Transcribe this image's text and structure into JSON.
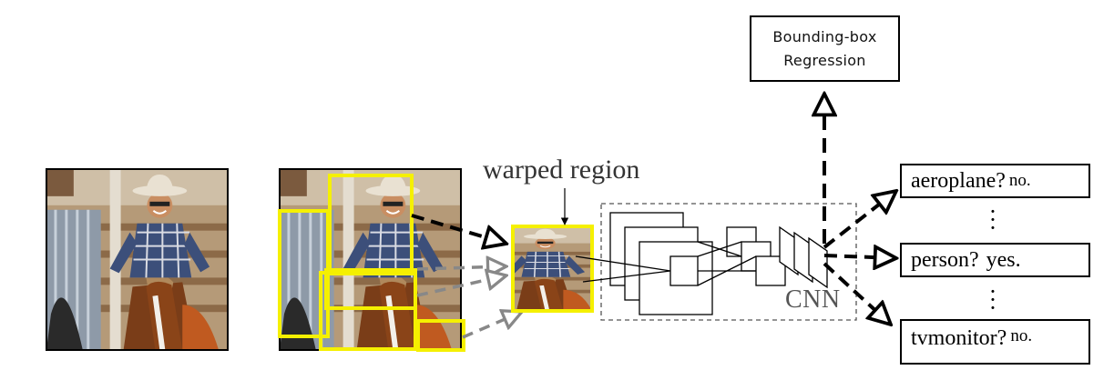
{
  "labels": {
    "bbox_regression": "Bounding-box\nRegression",
    "warped_region": "warped region",
    "cnn": "CNN"
  },
  "outputs": [
    {
      "class_label": "aeroplane?",
      "answer": "no."
    },
    {
      "class_label": "person?",
      "answer": "yes."
    },
    {
      "class_label": "tvmonitor?",
      "answer": "no."
    }
  ],
  "colors": {
    "region_box": "#f5f000",
    "solid_arrow": "#000000",
    "dashed_gray": "#888888",
    "cnn_outline": "#555555"
  },
  "icons": {
    "input_photo": "cowboy-on-horse-photo",
    "region_crop": "warped-cowboy-crop"
  }
}
